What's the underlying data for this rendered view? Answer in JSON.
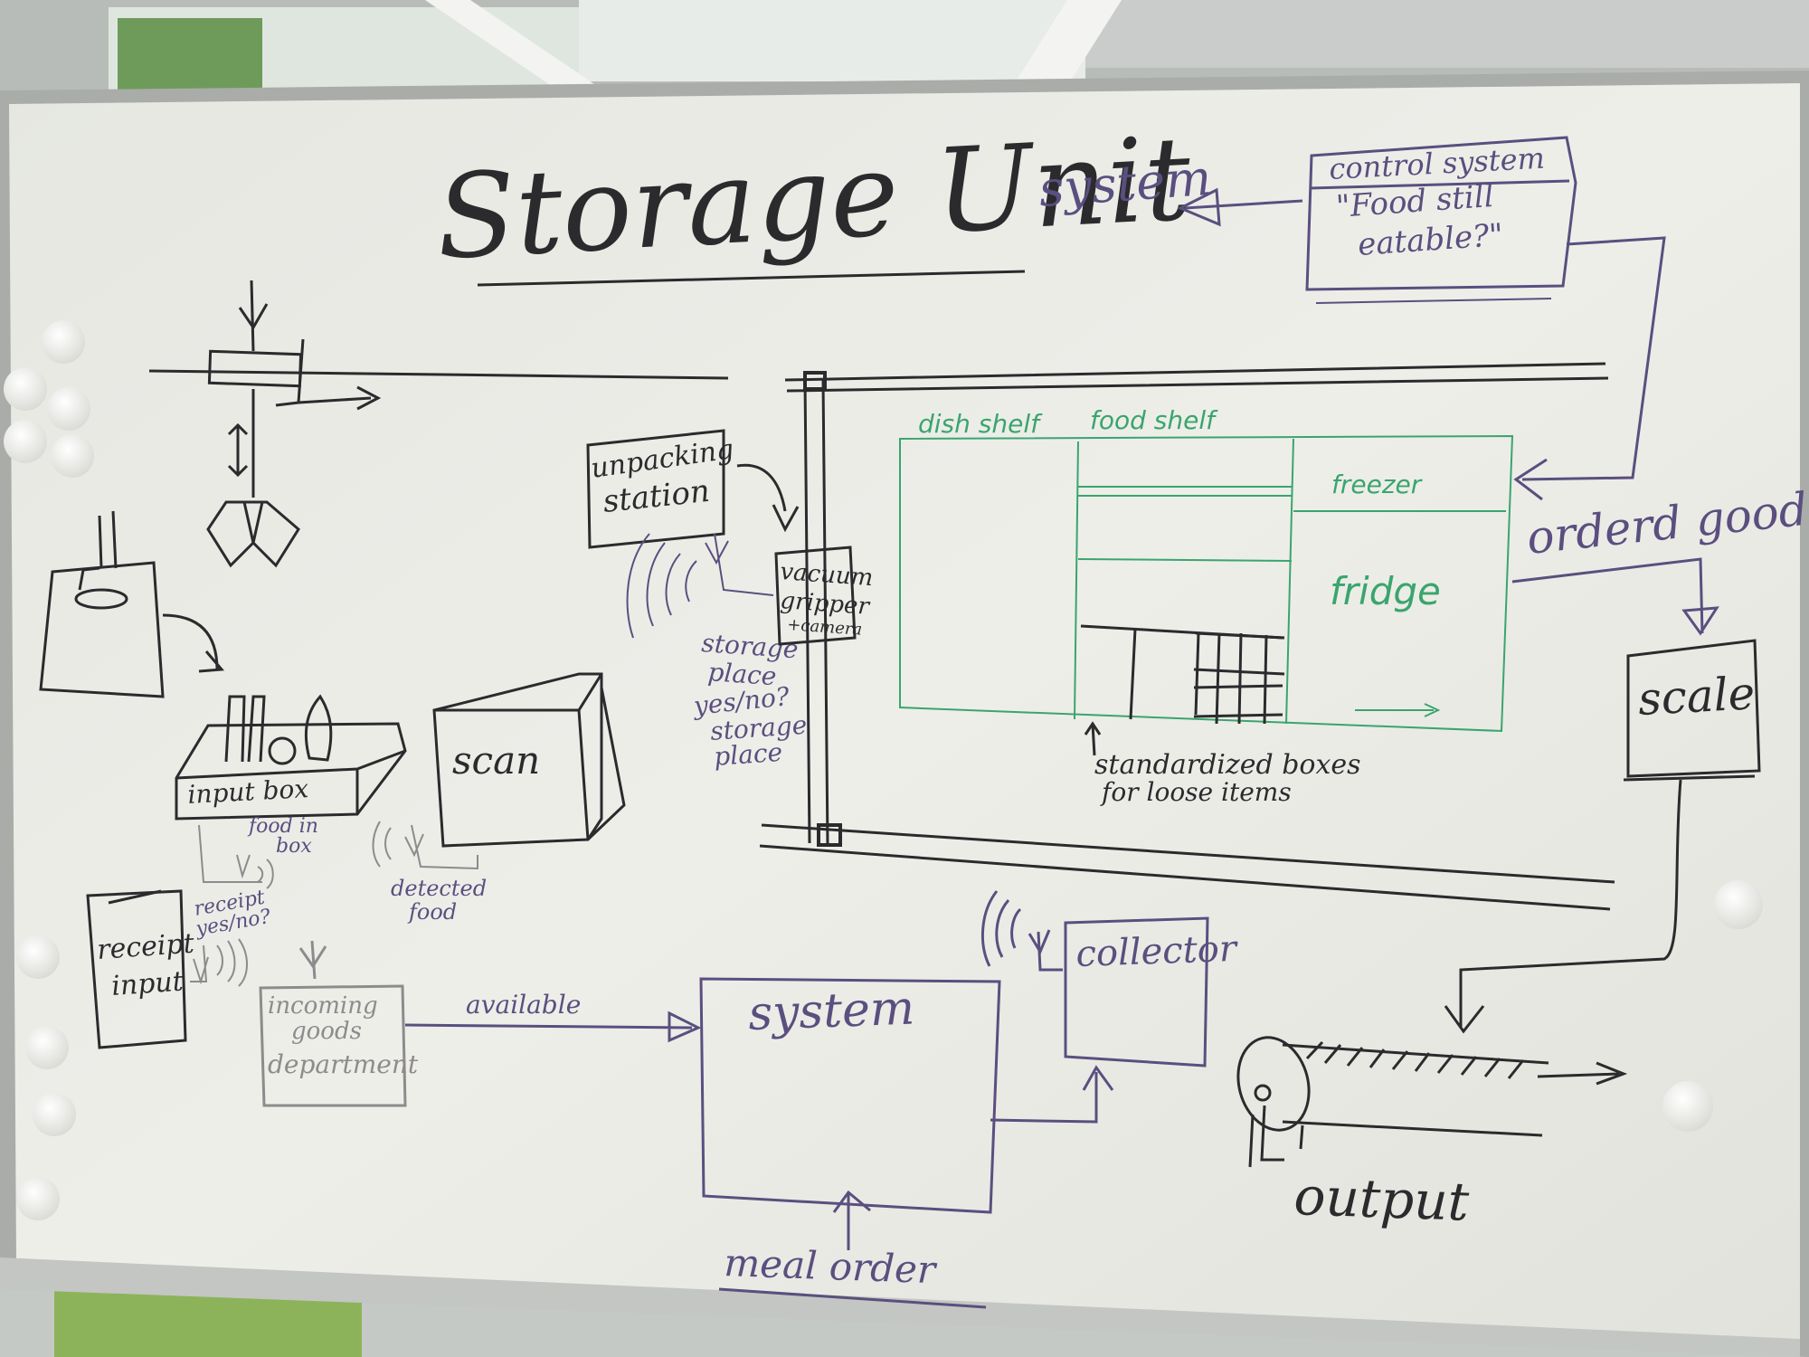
{
  "colors": {
    "board": "#ecece6",
    "marker_black": "#2b2b2e",
    "marker_purple": "#5a4f7f",
    "marker_green": "#3aa56e",
    "marker_grey": "#8d8b8c",
    "frame": "#b9bbb7",
    "magnet": "#f4f4f1"
  },
  "board": {
    "title": "Storage Unit",
    "title_system": "system",
    "control_system": {
      "title": "control system",
      "question": "\"Food still",
      "question2": "eatable?\""
    },
    "shelves": {
      "dish_shelf": "dish shelf",
      "food_shelf": "food shelf",
      "freezer": "freezer",
      "fridge": "fridge",
      "boxes_line1": "standardized boxes",
      "boxes_line2": "for loose items"
    },
    "unpacking_station": {
      "line1": "unpacking",
      "line2": "station"
    },
    "vacuum_gripper": {
      "line1": "vacuum",
      "line2": "gripper",
      "line3": "+camera"
    },
    "storage_question": {
      "line1": "storage",
      "line2": "place",
      "line3": "yes/no?",
      "line4": "storage",
      "line5": "place"
    },
    "input_box": "input box",
    "food_in_box": {
      "line1": "food in",
      "line2": "box"
    },
    "scan": "scan",
    "detected_food": {
      "line1": "detected",
      "line2": "food"
    },
    "receipt_input": {
      "line1": "receipt",
      "line2": "input"
    },
    "receipt_question": {
      "line1": "receipt",
      "line2": "yes/no?"
    },
    "incoming_goods": {
      "line1": "incoming",
      "line2": "goods",
      "line3": "department"
    },
    "available": "available",
    "system": "system",
    "collector": "collector",
    "meal_order": "meal order",
    "ordered_goods": "orderd goods",
    "scale": "scale",
    "output": "output"
  }
}
